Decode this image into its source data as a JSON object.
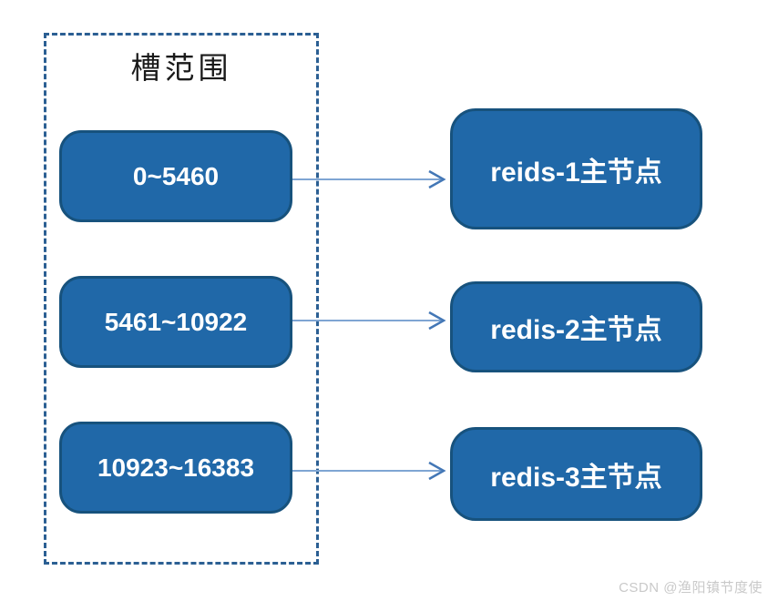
{
  "slot_panel": {
    "title": "槽范围"
  },
  "rows": [
    {
      "slot": "0~5460",
      "node": "reids-1主节点"
    },
    {
      "slot": "5461~10922",
      "node": "redis-2主节点"
    },
    {
      "slot": "10923~16383",
      "node": "redis-3主节点"
    }
  ],
  "colors": {
    "box_fill": "#2068a8",
    "box_border": "#17527d",
    "dashed_border": "#2b5f93",
    "arrow_line": "#7fa5d3",
    "arrow_head": "#4377b6",
    "box_text": "#ffffff",
    "watermark_text": "#c9c9c9"
  },
  "watermark": "CSDN @渔阳镇节度使"
}
